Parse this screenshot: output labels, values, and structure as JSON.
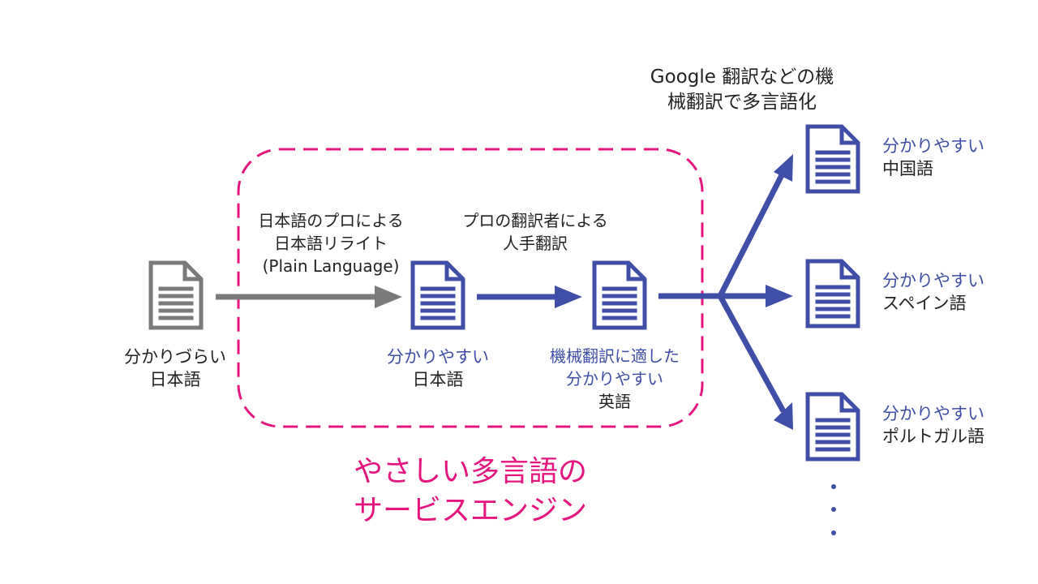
{
  "colors": {
    "gray": "#7a7a7a",
    "blue": "#3f4ea6",
    "pink": "#e4157f",
    "text": "#222222"
  },
  "source_doc": {
    "line1": "分かりづらい",
    "line2": "日本語",
    "icon": "document-icon"
  },
  "rewrite_step": {
    "line1": "日本語のプロによる",
    "line2": "日本語リライト",
    "line3": "(Plain Language)"
  },
  "easy_japanese_doc": {
    "line1": "分かりやすい",
    "line2": "日本語",
    "icon": "document-icon"
  },
  "translation_step": {
    "line1": "プロの翻訳者による",
    "line2": "人手翻訳"
  },
  "easy_english_doc": {
    "line1": "機械翻訳に適した",
    "line2": "分かりやすい",
    "line3": "英語",
    "icon": "document-icon"
  },
  "machine_translation_step": {
    "line1": "Google 翻訳などの機",
    "line2": "械翻訳で多言語化"
  },
  "outputs": [
    {
      "line1": "分かりやすい",
      "line2": "中国語",
      "icon": "document-icon"
    },
    {
      "line1": "分かりやすい",
      "line2": "スペイン語",
      "icon": "document-icon"
    },
    {
      "line1": "分かりやすい",
      "line2": "ポルトガル語",
      "icon": "document-icon"
    }
  ],
  "engine_title": {
    "line1": "やさしい多言語の",
    "line2": "サービスエンジン"
  }
}
